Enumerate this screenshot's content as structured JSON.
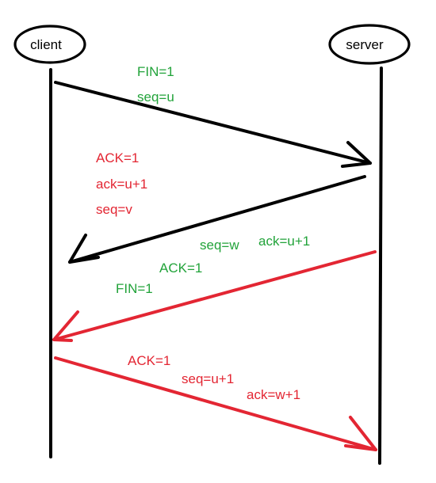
{
  "colors": {
    "line": "#000000",
    "green": "#22a33a",
    "red": "#e32633",
    "background": "#ffffff"
  },
  "nodes": {
    "client": "client",
    "server": "server"
  },
  "messages": [
    {
      "id": "fin-client-to-server",
      "direction": "client-to-server",
      "color_key": "line",
      "label_color_key": "green",
      "labels": [
        "FIN=1",
        "seq=u"
      ]
    },
    {
      "id": "ack-server-to-client",
      "direction": "server-to-client",
      "color_key": "line",
      "label_color_key": "red",
      "labels": [
        "ACK=1",
        "ack=u+1",
        "seq=v"
      ]
    },
    {
      "id": "fin-server-to-client",
      "direction": "server-to-client",
      "color_key": "red",
      "label_color_key": "green",
      "labels": [
        "seq=w",
        "ack=u+1",
        "ACK=1",
        "FIN=1"
      ]
    },
    {
      "id": "ack-client-to-server",
      "direction": "client-to-server",
      "color_key": "red",
      "label_color_key": "red",
      "labels": [
        "ACK=1",
        "seq=u+1",
        "ack=w+1"
      ]
    }
  ]
}
